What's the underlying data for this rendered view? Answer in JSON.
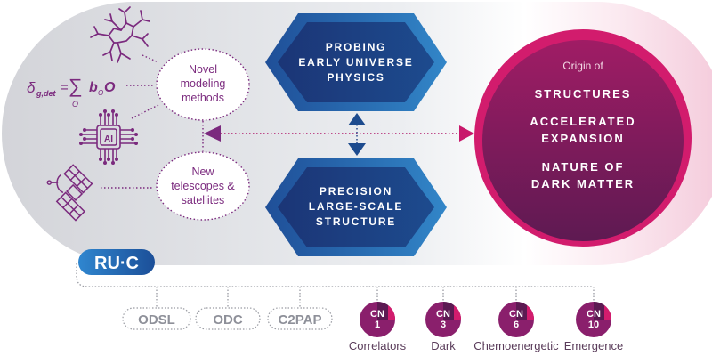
{
  "colors": {
    "purple": "#7b2a7e",
    "navy": "#1d3f86",
    "blue": "#2b73b8",
    "magenta": "#c8186b",
    "wine": "#7a1a5a",
    "gray_text": "#8e9099",
    "panel_gray": "#d9dadf"
  },
  "left_panel": {
    "formula": {
      "delta": "δ",
      "sub": "g,det",
      "eq": "=",
      "sum": "∑",
      "sum_sub": "O",
      "b": "b",
      "b_sub": "O",
      "O": "O"
    },
    "icons": [
      "network-icon",
      "ai-chip-icon",
      "satellite-icon"
    ],
    "ai_label": "AI",
    "bubbles": [
      {
        "lines": [
          "Novel",
          "modeling",
          "methods"
        ]
      },
      {
        "lines": [
          "New",
          "telescopes &",
          "satellites"
        ]
      }
    ]
  },
  "center": {
    "top_hexagon": {
      "lines": [
        "PROBING",
        "EARLY UNIVERSE",
        "PHYSICS"
      ]
    },
    "bottom_hexagon": {
      "lines": [
        "PRECISION",
        "LARGE-SCALE",
        "STRUCTURE"
      ]
    }
  },
  "right_circle": {
    "intro": "Origin of",
    "items": [
      {
        "lines": [
          "STRUCTURES"
        ]
      },
      {
        "lines": [
          "ACCELERATED",
          "EXPANSION"
        ]
      },
      {
        "lines": [
          "NATURE OF",
          "DARK MATTER"
        ]
      }
    ]
  },
  "footer": {
    "badge": "RU·C",
    "labs": [
      "ODSL",
      "ODC",
      "C2PAP"
    ],
    "networks": [
      {
        "cn": "CN",
        "num": "1",
        "label": "Correlators"
      },
      {
        "cn": "CN",
        "num": "3",
        "label": "Dark"
      },
      {
        "cn": "CN",
        "num": "6",
        "label": "Chemoenergetic"
      },
      {
        "cn": "CN",
        "num": "10",
        "label": "Emergence"
      }
    ]
  }
}
